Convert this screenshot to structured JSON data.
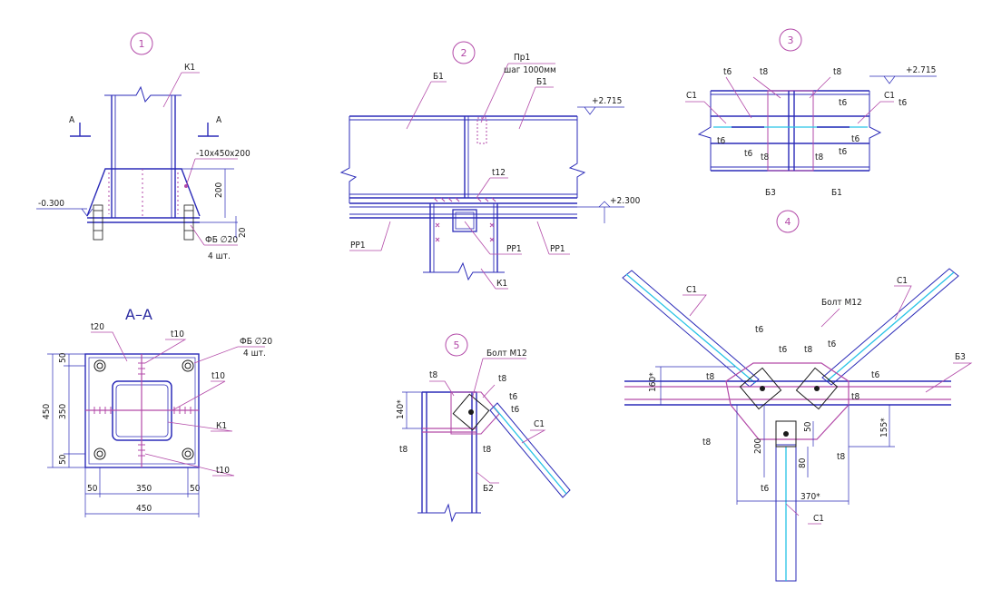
{
  "details": {
    "d1": {
      "number": "1",
      "column": "К1",
      "section_mark": "А",
      "plate": "-10х450х200",
      "dim_200": "200",
      "dim_20": "20",
      "level": "-0.300",
      "bolts": "ФБ ∅20",
      "bolts_count": "4 шт."
    },
    "d2": {
      "number": "2",
      "purlin": "Пр1",
      "purlin_step": "шаг 1000мм",
      "beam_left": "Б1",
      "beam_right": "Б1",
      "level_top": "+2.715",
      "plate": "t12",
      "level_bottom": "+2.300",
      "rr_left": "РР1",
      "rr_mid": "РР1",
      "rr_right": "РР1",
      "column": "К1"
    },
    "d3": {
      "number": "3",
      "t8a": "t8",
      "t8b": "t8",
      "t6a": "t6",
      "t6b": "t6",
      "t6c": "t6",
      "t6d": "t6",
      "t6e": "t6",
      "t6f": "t6",
      "t8c": "t8",
      "t8d": "t8",
      "c1_left": "С1",
      "c1_right": "С1",
      "level": "+2.715",
      "b3": "Б3",
      "b1": "Б1"
    },
    "d4": {
      "number": "4",
      "c1_left": "С1",
      "c1_right": "С1",
      "c1_bottom": "С1",
      "bolt": "Болт М12",
      "t6a": "t6",
      "t6b": "t6",
      "t6c": "t6",
      "t6d": "t6",
      "t6e": "t6",
      "t8a": "t8",
      "t8b": "t8",
      "t8c": "t8",
      "t8d": "t8",
      "t8e": "t8",
      "b3": "Б3",
      "dim_160": "160*",
      "dim_155": "155*",
      "dim_200": "200",
      "dim_50": "50",
      "dim_80": "80",
      "dim_370": "370*"
    },
    "d5": {
      "number": "5",
      "bolt": "Болт М12",
      "t8a": "t8",
      "t8b": "t8",
      "t8c": "t8",
      "t8d": "t8",
      "t6a": "t6",
      "t6b": "t6",
      "dim_140": "140*",
      "c1": "С1",
      "b2": "Б2"
    },
    "section_aa": {
      "title": "А–А",
      "t20": "t20",
      "t10a": "t10",
      "t10b": "t10",
      "t10c": "t10",
      "bolts": "ФБ ∅20",
      "bolts_count": "4 шт.",
      "column": "К1",
      "v_450": "450",
      "v_350": "350",
      "v_50a": "50",
      "v_50b": "50",
      "h_50a": "50",
      "h_350": "350",
      "h_50b": "50",
      "h_450": "450"
    }
  },
  "colors": {
    "steel": "#2b2bb8",
    "plate": "#b34aa8",
    "brace": "#27c3e6"
  }
}
